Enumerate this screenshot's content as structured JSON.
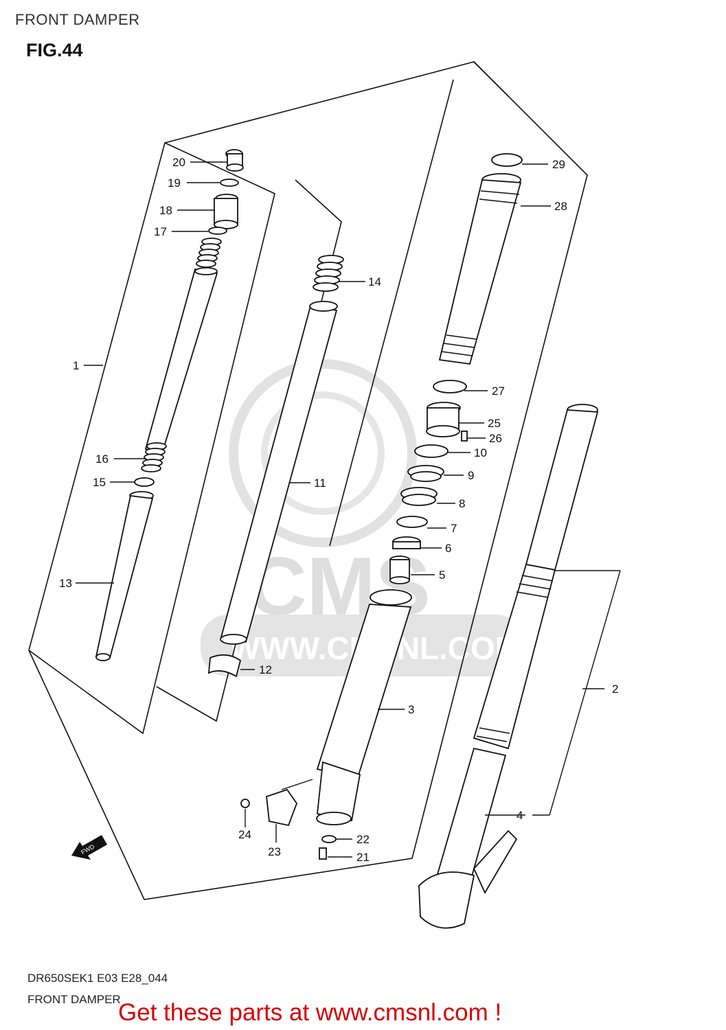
{
  "page": {
    "top_title": "FRONT DAMPER",
    "figure_label": "FIG.44",
    "model_code": "DR650SEK1 E03 E28_044",
    "footer_title": "FRONT DAMPER",
    "call_to_action": "Get these parts at www.cmsnl.com !"
  },
  "watermark": {
    "text": "CMS",
    "url": "WWW.CMSNL.COM",
    "color": "#dcdcdc"
  },
  "fwd_label": "FWD",
  "colors": {
    "accent_red": "#d60000",
    "ink": "#111111"
  },
  "parts": [
    "1",
    "2",
    "3",
    "4",
    "5",
    "6",
    "7",
    "8",
    "9",
    "10",
    "11",
    "12",
    "13",
    "14",
    "15",
    "16",
    "17",
    "18",
    "19",
    "20",
    "21",
    "22",
    "23",
    "24",
    "25",
    "26",
    "27",
    "28",
    "29"
  ]
}
